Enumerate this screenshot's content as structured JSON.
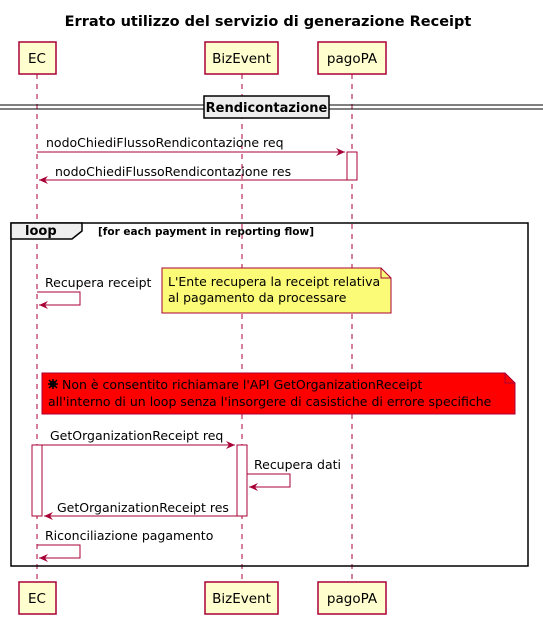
{
  "title": "Errato utilizzo del servizio di generazione Receipt",
  "participants": {
    "ec": "EC",
    "bizevent": "BizEvent",
    "pagopa": "pagoPA"
  },
  "separator": "Rendicontazione",
  "loop": {
    "keyword": "loop",
    "condition": "[for each payment in reporting flow]"
  },
  "messages": {
    "m1": "nodoChiediFlussoRendicontazione req",
    "m2": "nodoChiediFlussoRendicontazione res",
    "m3": "Recupera receipt",
    "m4": "GetOrganizationReceipt req",
    "m5": "Recupera dati",
    "m6": "GetOrganizationReceipt res",
    "m7": "Riconciliazione pagamento"
  },
  "notes": {
    "info": {
      "line1": "L'Ente recupera la receipt relativa",
      "line2": "al pagamento da processare",
      "color": "#fbfb77"
    },
    "warning": {
      "line1": "Non è consentito richiamare l'API GetOrganizationReceipt",
      "line2": "all'interno di un loop senza l'insorgere di casistiche di errore specifiche",
      "color": "#ff0000"
    }
  },
  "colors": {
    "participant_fill": "#fefece",
    "arrow": "#a80036",
    "lifeline": "#a80036"
  }
}
